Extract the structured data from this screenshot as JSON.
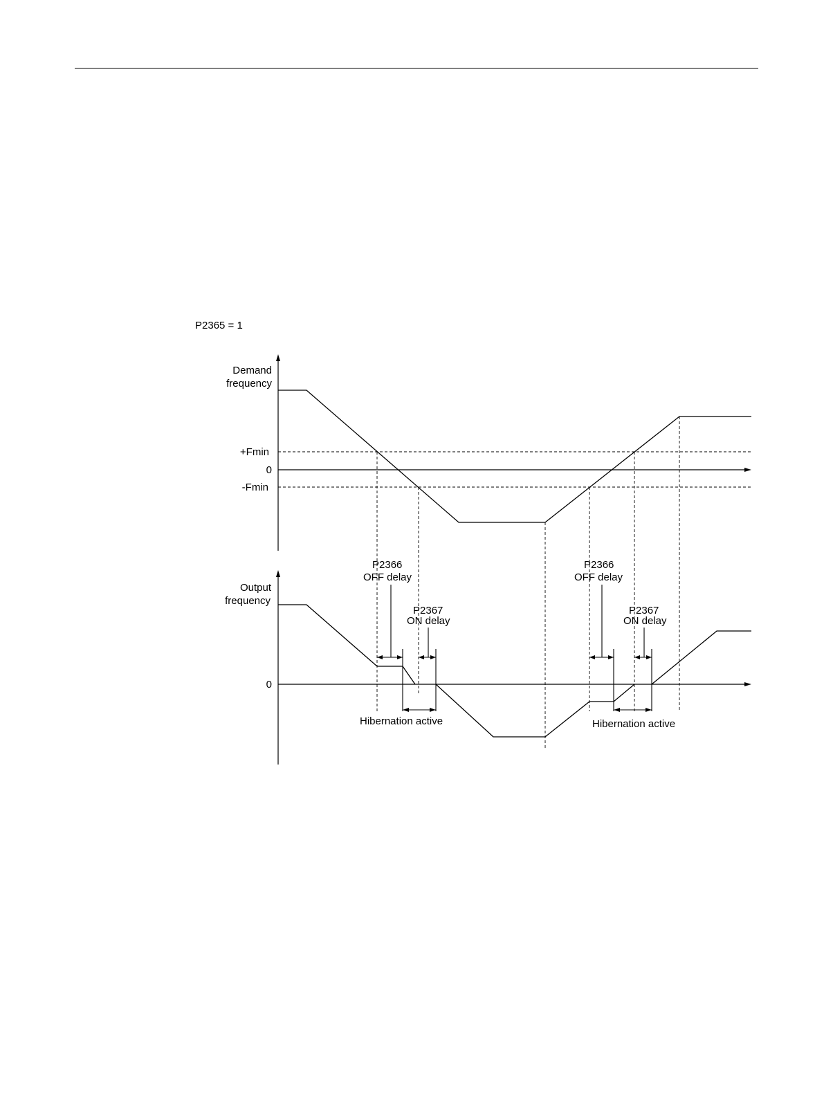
{
  "setting": "P2365 = 1",
  "top_chart": {
    "y_label_line1": "Demand",
    "y_label_line2": "frequency",
    "tick_plus_fmin": "+Fmin",
    "tick_zero": "0",
    "tick_minus_fmin": "-Fmin"
  },
  "bottom_chart": {
    "y_label_line1": "Output",
    "y_label_line2": "frequency",
    "tick_zero": "0"
  },
  "annotations": {
    "left": {
      "off_param": "P2366",
      "off_label": "OFF delay",
      "on_param": "P2367",
      "on_label": "ON delay",
      "hibernation": "Hibernation active"
    },
    "right": {
      "off_param": "P2366",
      "off_label": "OFF delay",
      "on_param": "P2367",
      "on_label": "ON delay",
      "hibernation": "Hibernation active"
    }
  }
}
